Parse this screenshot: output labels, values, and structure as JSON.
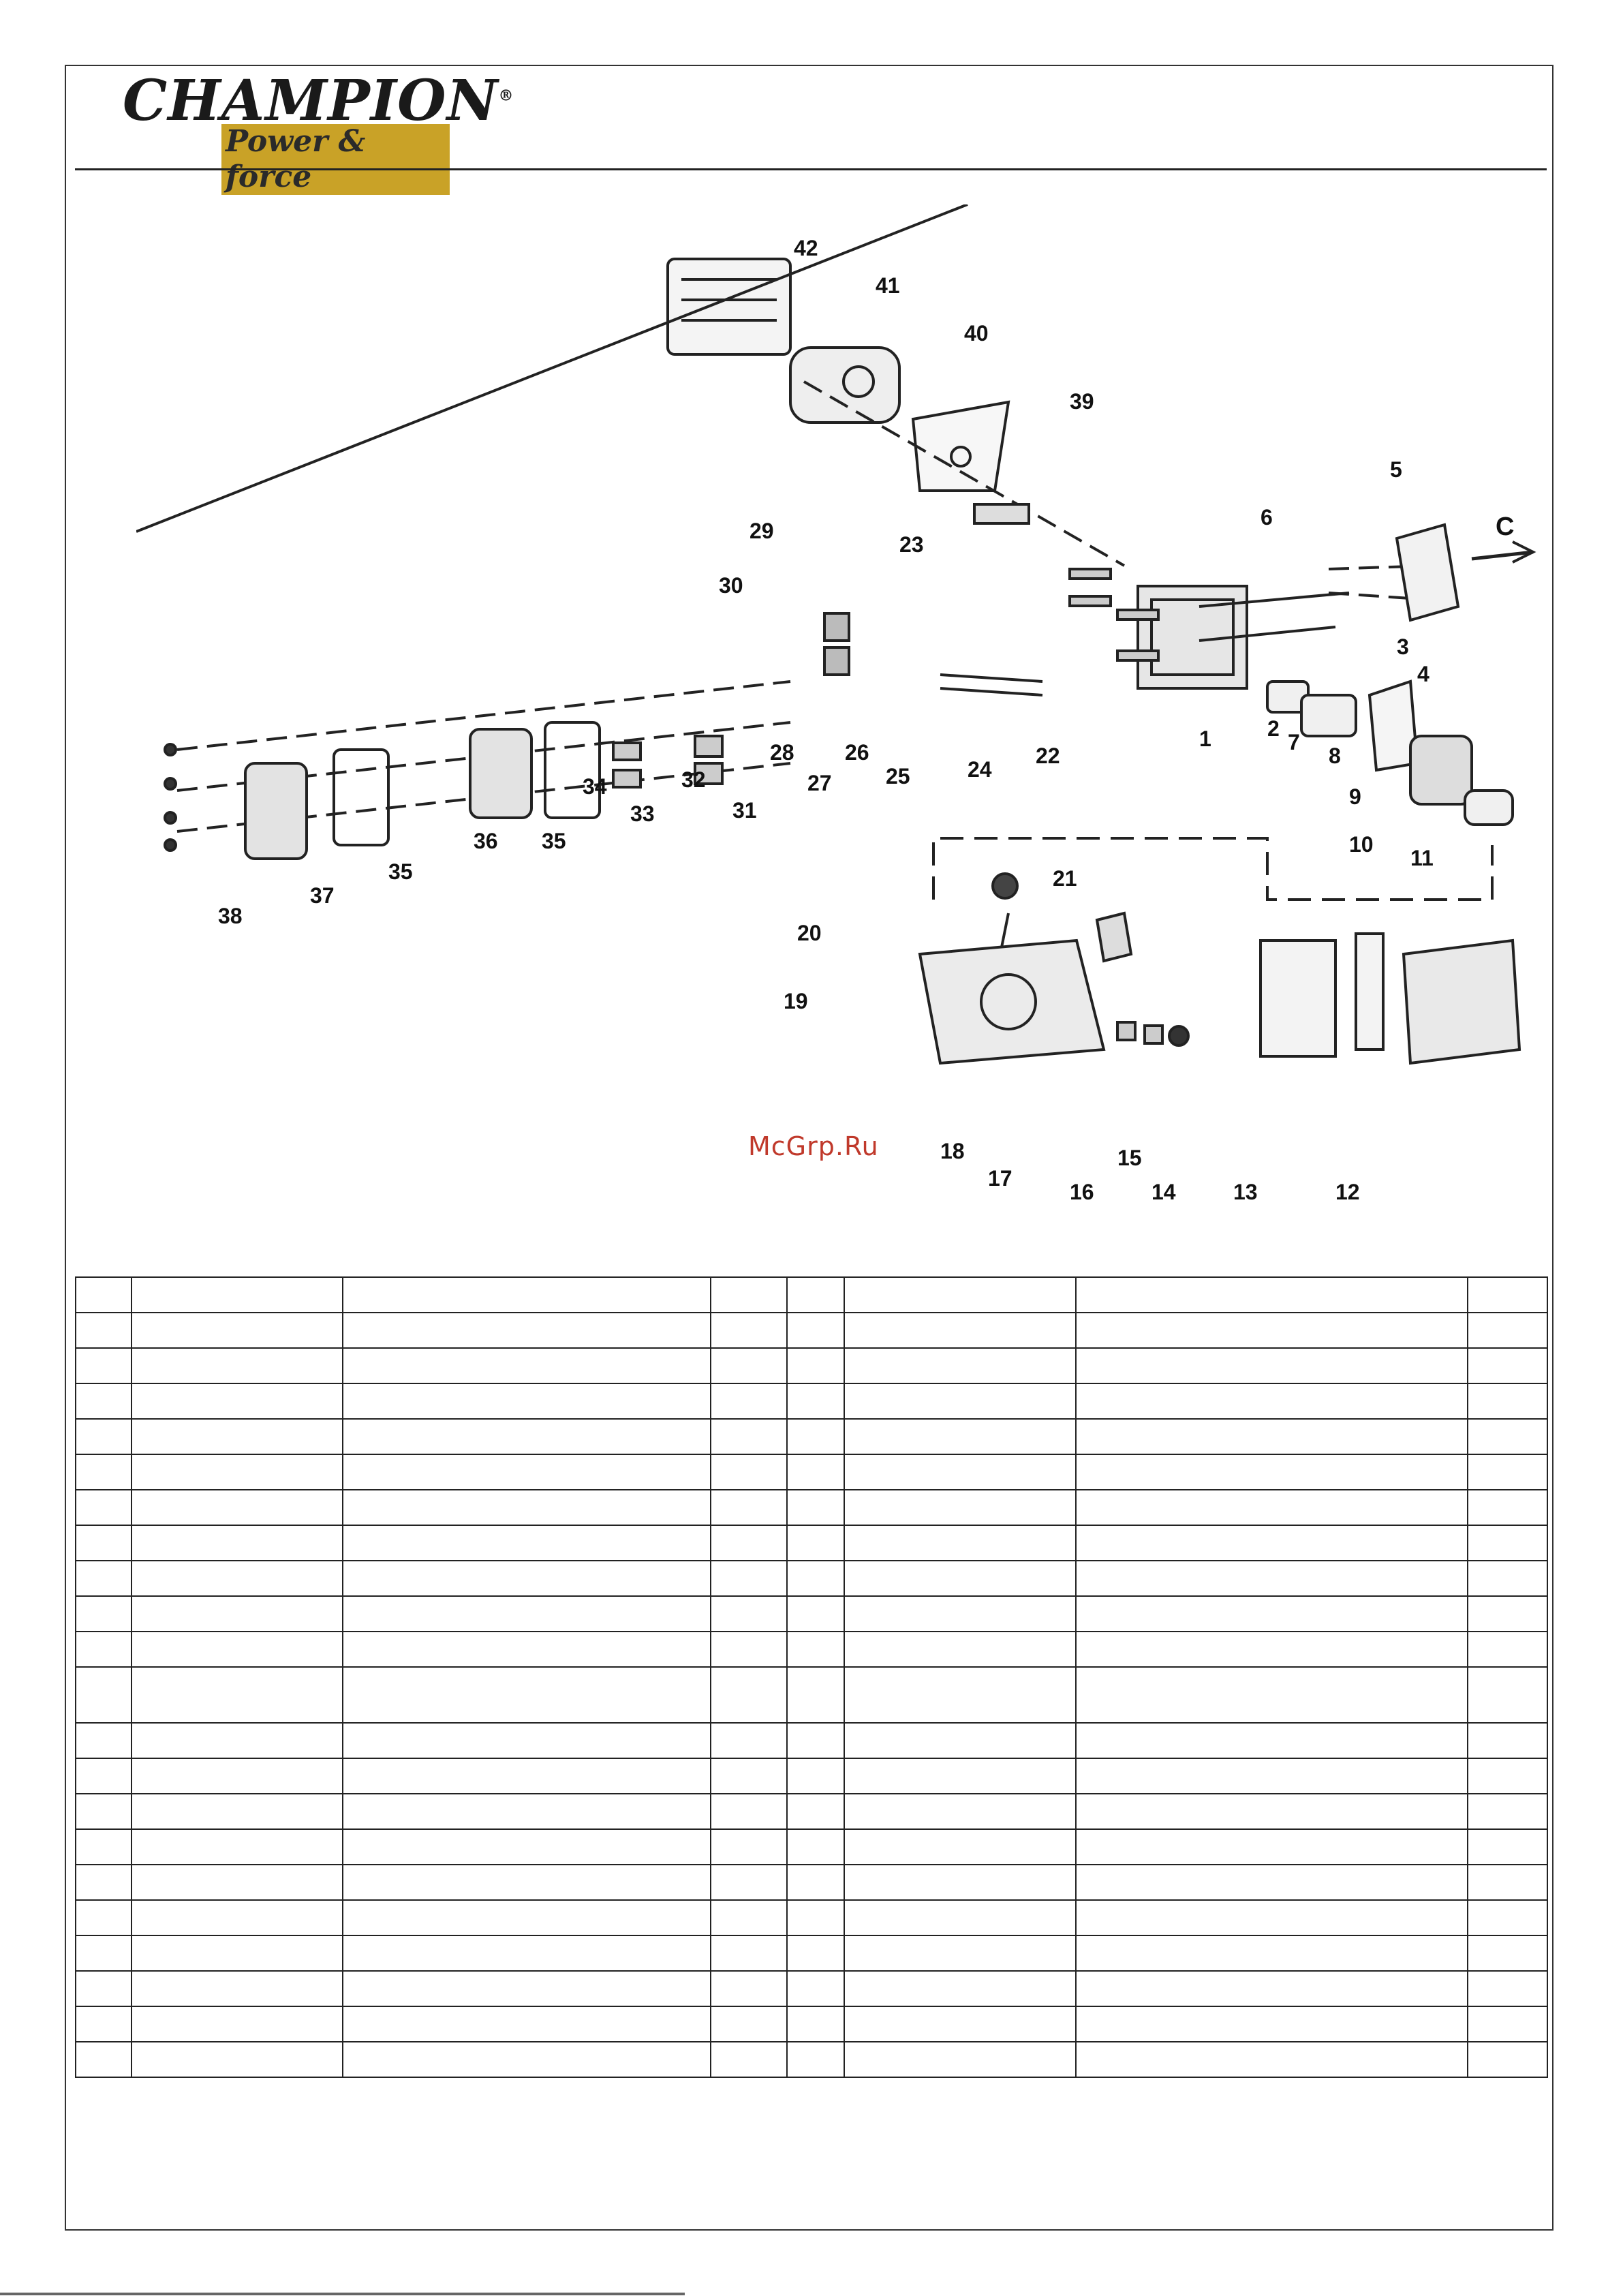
{
  "header": {
    "brand": "CHAMPION",
    "registered": "®",
    "tagline": "Power & force"
  },
  "diagram": {
    "arrow_label": "C",
    "callouts": [
      "1",
      "2",
      "3",
      "4",
      "5",
      "6",
      "7",
      "8",
      "9",
      "10",
      "11",
      "12",
      "13",
      "14",
      "15",
      "16",
      "17",
      "18",
      "19",
      "20",
      "21",
      "22",
      "23",
      "24",
      "25",
      "26",
      "27",
      "28",
      "29",
      "30",
      "31",
      "32",
      "33",
      "34",
      "35",
      "36",
      "37",
      "38",
      "39",
      "40",
      "41",
      "42"
    ]
  },
  "watermark": "McGrp.Ru",
  "table": {
    "rows": 22,
    "tall_row_index": 11
  },
  "colors": {
    "logo_band": "#c9a227",
    "watermark": "#c0392b",
    "line": "#222222"
  }
}
